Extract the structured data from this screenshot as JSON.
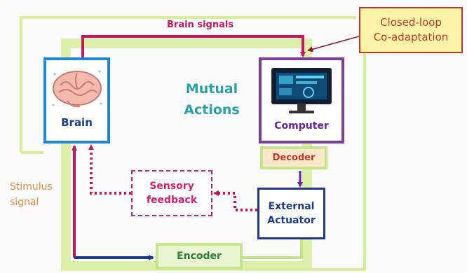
{
  "callout": {
    "line1": "Closed-loop",
    "line2": "Co-adaptation"
  },
  "labels": {
    "brain_signals": "Brain signals",
    "mutual_actions": "Mutual\nActions",
    "stimulus_signal": "Stimulus\nsignal"
  },
  "nodes": {
    "brain": "Brain",
    "computer": "Computer",
    "decoder": "Decoder",
    "encoder": "Encoder",
    "actuator": "External\nActuator",
    "feedback": "Sensory\nfeedback"
  },
  "colors": {
    "outer_loop": "#d7ed9a",
    "inner_loop": "#c6e48a",
    "brain_signal_arrow": "#c2185b",
    "feedback_arrow": "#c2185b",
    "stimulus_arrow": "#c2185b",
    "decoder_arrow": "#6b21a8",
    "encoder_arrow": "#1e3a8a",
    "brain_border": "#1f88d6",
    "computer_border": "#7d3c98",
    "actuator_border": "#1e3a8a",
    "callout_bg": "#fff3a8",
    "callout_border": "#c0392b"
  },
  "icons": {
    "brain": "brain-icon",
    "computer": "monitor-icon"
  }
}
